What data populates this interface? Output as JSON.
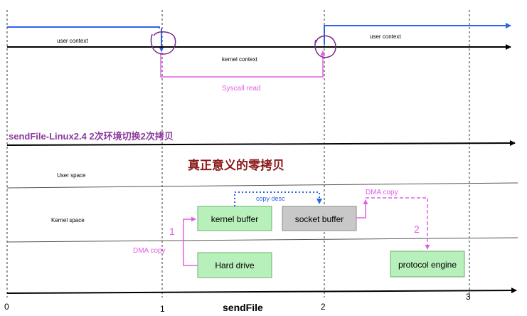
{
  "colors": {
    "user_line": "#2f62e6",
    "pink": "#e060e0",
    "purple": "#7a2a8a",
    "box_green_fill": "#b8f0bc",
    "box_green_stroke": "#6ab06e",
    "box_grey_fill": "#c8c8c8",
    "box_grey_stroke": "#8a8a8a",
    "dot_blue": "#2f62e6",
    "title_purple": "#8b3a9c",
    "heading_red": "#8b1a1a"
  },
  "top": {
    "user_context_left": "user context",
    "user_context_right": "user context",
    "kernel_context": "kernel context",
    "syscall_read": "Syscall read"
  },
  "title": "sendFile-Linux2.4 2次环境切换2次拷贝",
  "heading": "真正意义的零拷贝",
  "lanes": {
    "user_space": "User space",
    "kernel_space": "Kernel  space"
  },
  "boxes": {
    "kernel_buffer": "kernel buffer",
    "socket_buffer": "socket buffer",
    "hard_drive": "Hard drive",
    "protocol_engine": "protocol engine"
  },
  "annotations": {
    "copy_desc": "copy desc",
    "dma_copy_right": "DMA copy",
    "dma_copy_left": "DMA copy",
    "step_1": "1",
    "step_2": "2"
  },
  "axis": {
    "t0": "0",
    "t1": "1",
    "t2": "2",
    "t3": "3",
    "caption": "sendFile"
  }
}
